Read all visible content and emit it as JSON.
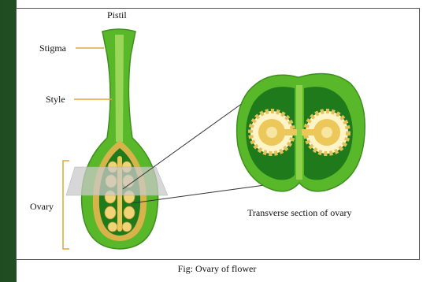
{
  "labels": {
    "pistil": "Pistil",
    "stigma": "Stigma",
    "style": "Style",
    "ovary": "Ovary",
    "transverse_section": "Transverse section of ovary"
  },
  "caption": "Fig: Ovary of flower",
  "colors": {
    "outer_green": "#58b82a",
    "light_green": "#8fd24a",
    "dark_green": "#1f7a1c",
    "ovule_yellow": "#ecc85a",
    "leader_line": "#e0a63a",
    "cut_plane": "#c9c9c9"
  }
}
